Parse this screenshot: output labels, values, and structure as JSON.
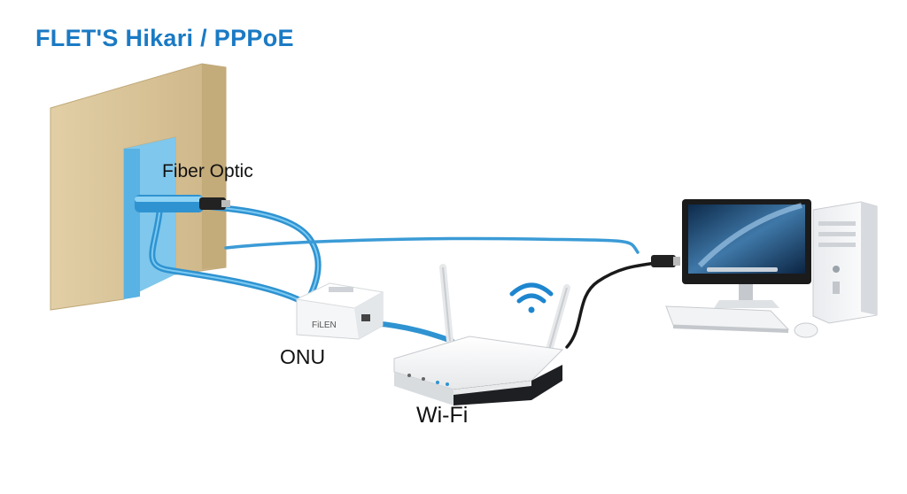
{
  "title": "FLET'S Hikari / PPPoE",
  "labels": {
    "fiber": "Fiber Optic",
    "onu": "ONU",
    "wifi": "Wi-Fi"
  },
  "onu_brand": "FiLEN",
  "colors": {
    "title": "#1a7ac4",
    "fiber_cable": "#2f93d1",
    "wall": "#d9c49a",
    "ethernet_cable": "#1a1a1a",
    "wifi_symbol": "#1e86cf"
  },
  "icons": [
    "wifi-signal-icon",
    "computer-monitor-icon",
    "keyboard-icon",
    "mouse-icon",
    "pc-tower-icon"
  ]
}
